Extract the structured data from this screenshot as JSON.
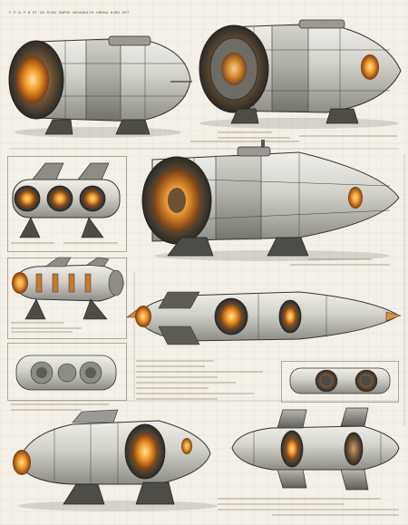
{
  "sheet": {
    "header_text": "F P 8 P B DT CN RYXN UWPXE WOSARHLTH OBRHA HJBO OXTKIHWMTHT"
  },
  "colors": {
    "paper": "#f4f0e7",
    "ink": "#3b3a36",
    "metal_light": "#e3e2dc",
    "metal_mid": "#b6b5ad",
    "metal_dark": "#6f6e68",
    "glow": "#f0a13a",
    "glow_core": "#ffd07a"
  },
  "icons": [
    "spacecraft-illustration",
    "blueprint-annotation"
  ]
}
